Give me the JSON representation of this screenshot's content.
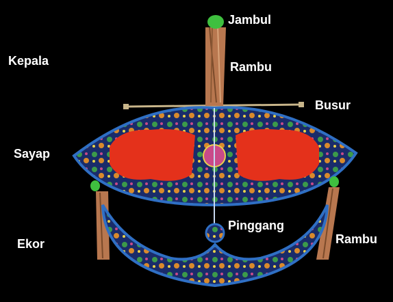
{
  "labels": {
    "jambul": "Jambul",
    "kepala": "Kepala",
    "rambu_top": "Rambu",
    "busur": "Busur",
    "sayap": "Sayap",
    "pinggang": "Pinggang",
    "rambu_right": "Rambu",
    "ekor": "Ekor"
  },
  "colors": {
    "background": "#000000",
    "kite_border": "#2f6fc4",
    "kite_body": "#1a2c6a",
    "wing_panel": "#e4311b",
    "tassel": "#b8774f",
    "jambul_green": "#3fbf3f",
    "bow": "#c8b58a"
  }
}
